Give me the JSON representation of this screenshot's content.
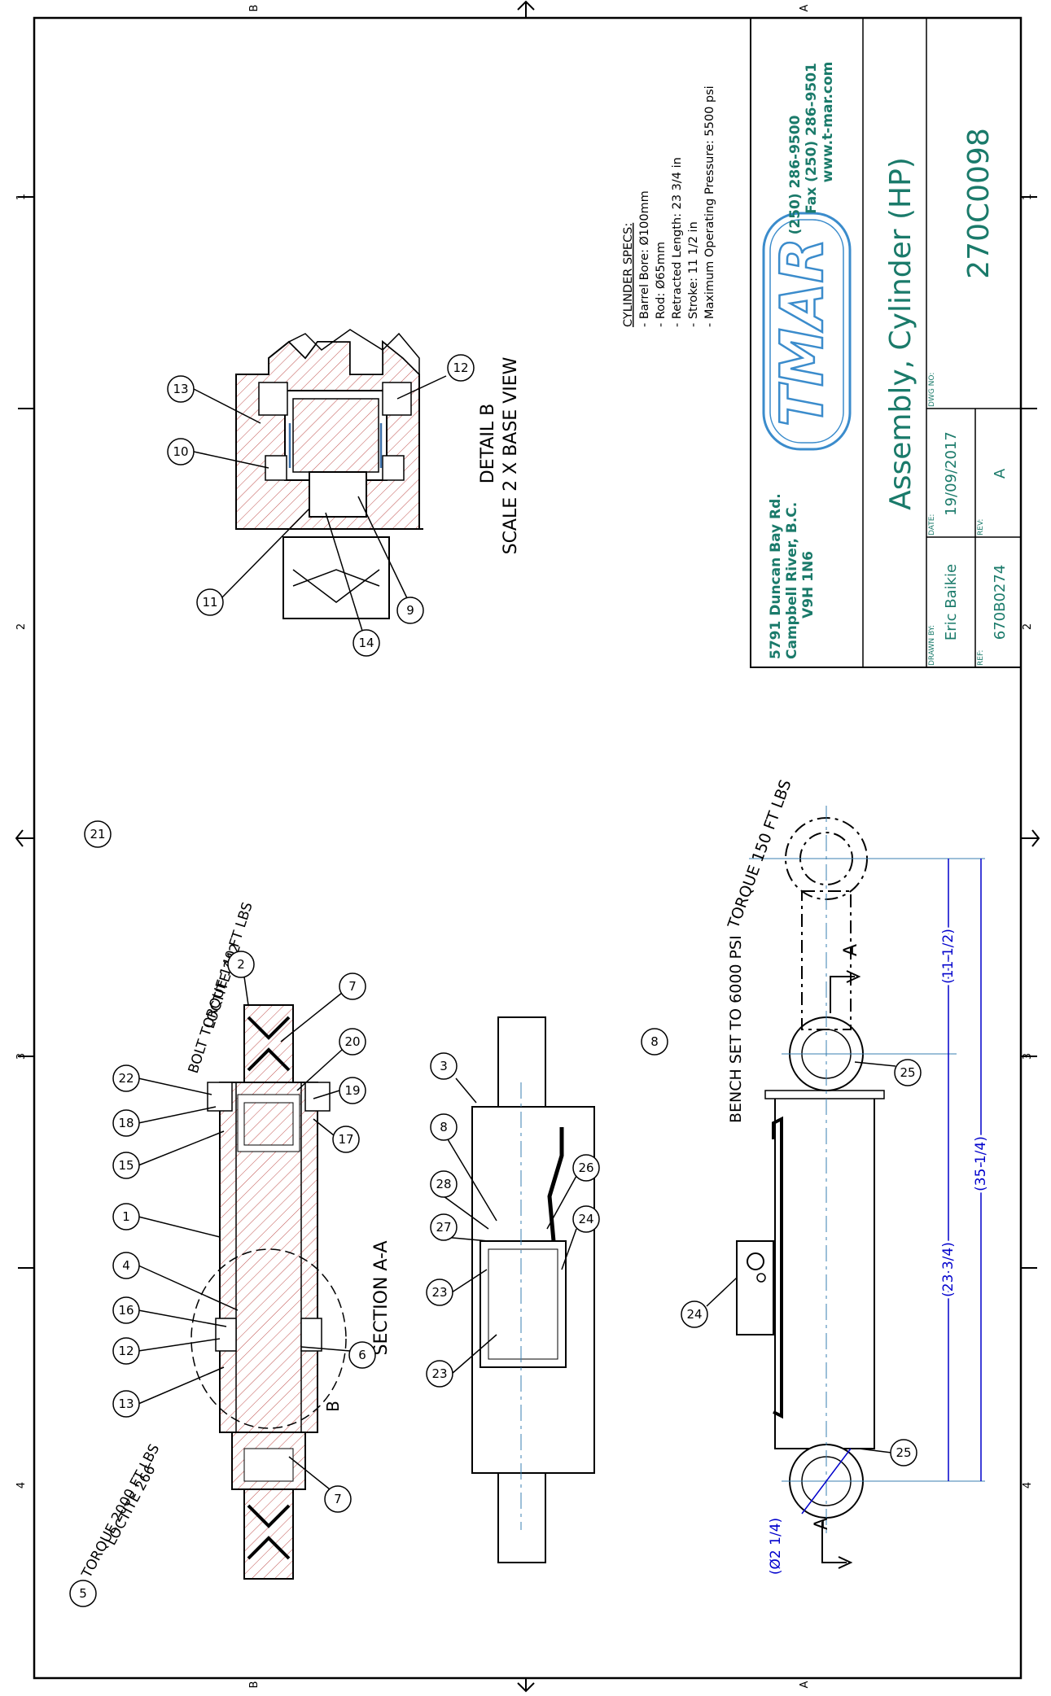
{
  "zone_letters": {
    "top_left": "B",
    "top_right": "A",
    "bottom_left": "B",
    "bottom_right": "A"
  },
  "zone_numbers": [
    "1",
    "2",
    "3",
    "4"
  ],
  "specs": {
    "heading": "CYLINDER SPECS:",
    "lines": [
      "- Barrel Bore: Ø100mm",
      "- Rod: Ø65mm",
      "- Retracted Length: 23 3/4 in",
      "- Stroke: 11 1/2 in",
      "- Maximum Operating Pressure: 5500 psi"
    ]
  },
  "company": {
    "address": [
      "5791 Duncan Bay Rd.",
      "Campbell River, B.C.",
      "V9H 1N6"
    ],
    "phone": "(250) 286-9500",
    "fax": "Fax (250) 286-9501",
    "web": "www.t-mar.com",
    "logo": "TMAR"
  },
  "title_block": {
    "title": "Assembly, Cylinder (HP)",
    "drawn_by_label": "DRAWN BY:",
    "drawn_by": "Eric Baikie",
    "date_label": "DATE:",
    "date": "19/09/2017",
    "dwg_no_label": "DWG NO:",
    "dwg_no": "270C0098",
    "ref_label": "REF:",
    "ref": "670B0274",
    "rev_label": "REV:",
    "rev": "A"
  },
  "detail_b": {
    "title": "DETAIL B",
    "scale": "SCALE 2 X BASE VIEW",
    "balloons": [
      "13",
      "10",
      "11",
      "14",
      "9",
      "12"
    ]
  },
  "section_aa": {
    "title": "SECTION A-A",
    "note_top_1": "BOLT TORQUE 140 FT LBS",
    "note_top_2": "LOCTITE 242",
    "note_bottom_1": "TORQUE 2000 FT LBS",
    "note_bottom_2": "LOCTITE 266",
    "detail_marker": "B",
    "balloons": [
      "21",
      "2",
      "7",
      "20",
      "19",
      "17",
      "22",
      "18",
      "15",
      "1",
      "4",
      "16",
      "12",
      "13",
      "6",
      "7",
      "5"
    ]
  },
  "middle_view": {
    "balloons": [
      "3",
      "8",
      "28",
      "27",
      "26",
      "24",
      "23",
      "23"
    ]
  },
  "side_view": {
    "note_torque": "TORQUE 150 FT LBS",
    "note_bench": "BENCH SET TO 6000 PSI",
    "dim_stroke": "(11 1/2)",
    "dim_retracted": "(23 3/4)",
    "dim_extended": "(35 1/4)",
    "dim_pin": "(Ø2 1/4)",
    "section_label": "A",
    "balloons": [
      "8",
      "25",
      "24",
      "25"
    ]
  },
  "colors": {
    "line": "#000000",
    "hatch": "#c0504d",
    "dimension": "#0000cc",
    "centerline": "#3a7fb0",
    "title_text": "#1a7a6a",
    "logo": "#3b8ccc"
  }
}
